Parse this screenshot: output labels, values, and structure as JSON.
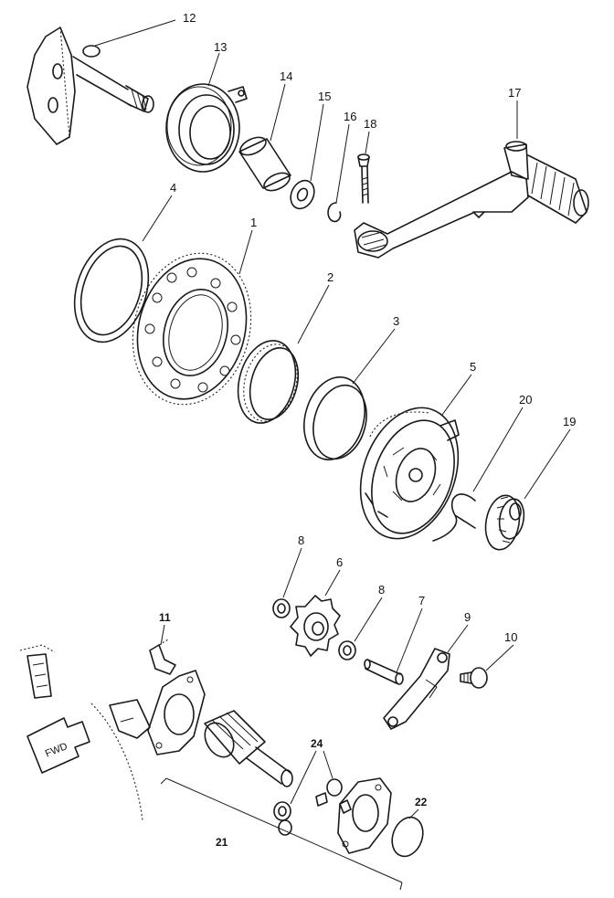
{
  "callouts": [
    {
      "id": "c1",
      "text": "1"
    },
    {
      "id": "c2",
      "text": "2"
    },
    {
      "id": "c3",
      "text": "3"
    },
    {
      "id": "c4",
      "text": "4"
    },
    {
      "id": "c5",
      "text": "5"
    },
    {
      "id": "c6",
      "text": "6"
    },
    {
      "id": "c7",
      "text": "7"
    },
    {
      "id": "c8a",
      "text": "8"
    },
    {
      "id": "c8b",
      "text": "8"
    },
    {
      "id": "c9",
      "text": "9"
    },
    {
      "id": "c10",
      "text": "10"
    },
    {
      "id": "c11",
      "text": "11"
    },
    {
      "id": "c12",
      "text": "12"
    },
    {
      "id": "c13",
      "text": "13"
    },
    {
      "id": "c14",
      "text": "14"
    },
    {
      "id": "c15",
      "text": "15"
    },
    {
      "id": "c16",
      "text": "16"
    },
    {
      "id": "c17",
      "text": "17"
    },
    {
      "id": "c18",
      "text": "18"
    },
    {
      "id": "c19",
      "text": "19"
    },
    {
      "id": "c20",
      "text": "20"
    },
    {
      "id": "c21",
      "text": "21"
    },
    {
      "id": "c22",
      "text": "22"
    },
    {
      "id": "c24",
      "text": "24"
    }
  ],
  "direction_arrow": "FWD"
}
